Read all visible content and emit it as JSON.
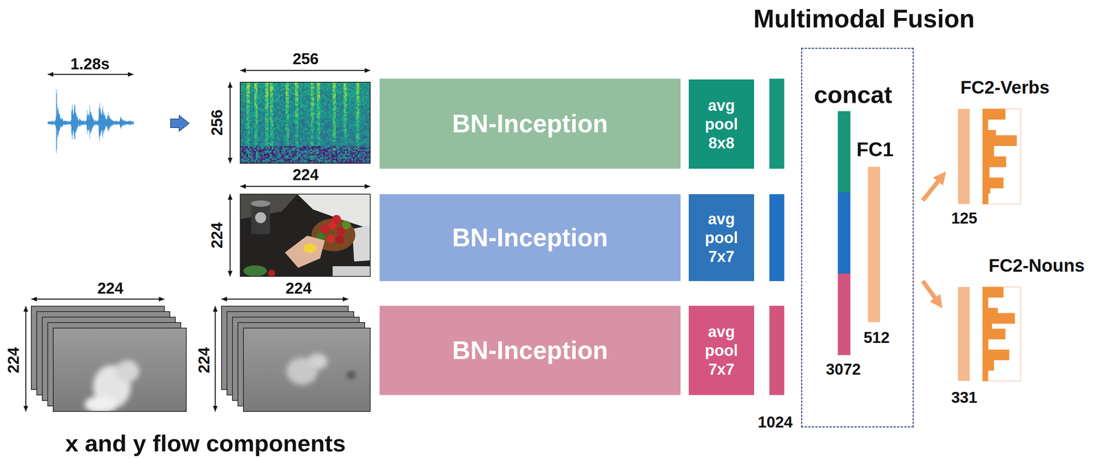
{
  "diagram": {
    "nodes": [
      {
        "text": [
          "BN-Inception"
        ]
      },
      {
        "text": [
          "avg pool 8x8"
        ]
      },
      {
        "text": [
          "BN-Inception"
        ]
      },
      {
        "text": [
          "avg pool 7x7"
        ]
      },
      {
        "text": [
          "BN-Inception"
        ]
      },
      {
        "text": [
          "avg pool 7x7"
        ]
      },
      {
        "text": [
          "Multimodal Fusion"
        ]
      },
      {
        "text": [
          "concat",
          "3072"
        ],
        "in": 6
      },
      {
        "text": [
          "FC1",
          "512"
        ],
        "in": 6
      },
      {
        "text": [
          "FC2-Verbs",
          "125"
        ]
      },
      {
        "text": [
          "FC2-Nouns",
          "331"
        ]
      }
    ],
    "edges": [
      {
        "from": 8,
        "to": 9,
        "arrow": "to"
      },
      {
        "from": 8,
        "to": 10,
        "arrow": "to"
      }
    ],
    "labels": [
      "1.28s",
      "256",
      "256",
      "224",
      "224",
      "224",
      "224",
      "224",
      "224",
      "1024",
      "x and y flow components"
    ]
  }
}
